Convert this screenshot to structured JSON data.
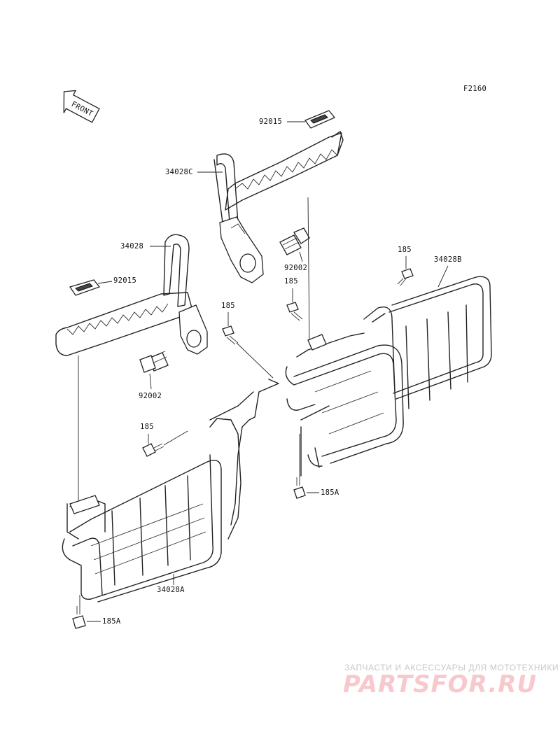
{
  "figure_code": "F2160",
  "front_arrow_text": "FRONT",
  "labels": {
    "p92015_top": "92015",
    "p34028C": "34028C",
    "p34028": "34028",
    "p92015_left": "92015",
    "p92002_right": "92002",
    "p92002_left": "92002",
    "p185_a": "185",
    "p185_b": "185",
    "p185_c": "185",
    "p185_d": "185",
    "p34028B": "34028B",
    "p185A_right": "185A",
    "p34028A": "34028A",
    "p185A_bottom": "185A"
  },
  "watermark": {
    "caption": "ЗАПЧАСТИ И АКСЕССУАРЫ ДЛЯ МОТОТЕХНИКИ",
    "logo": "PARTSFOR.RU"
  }
}
